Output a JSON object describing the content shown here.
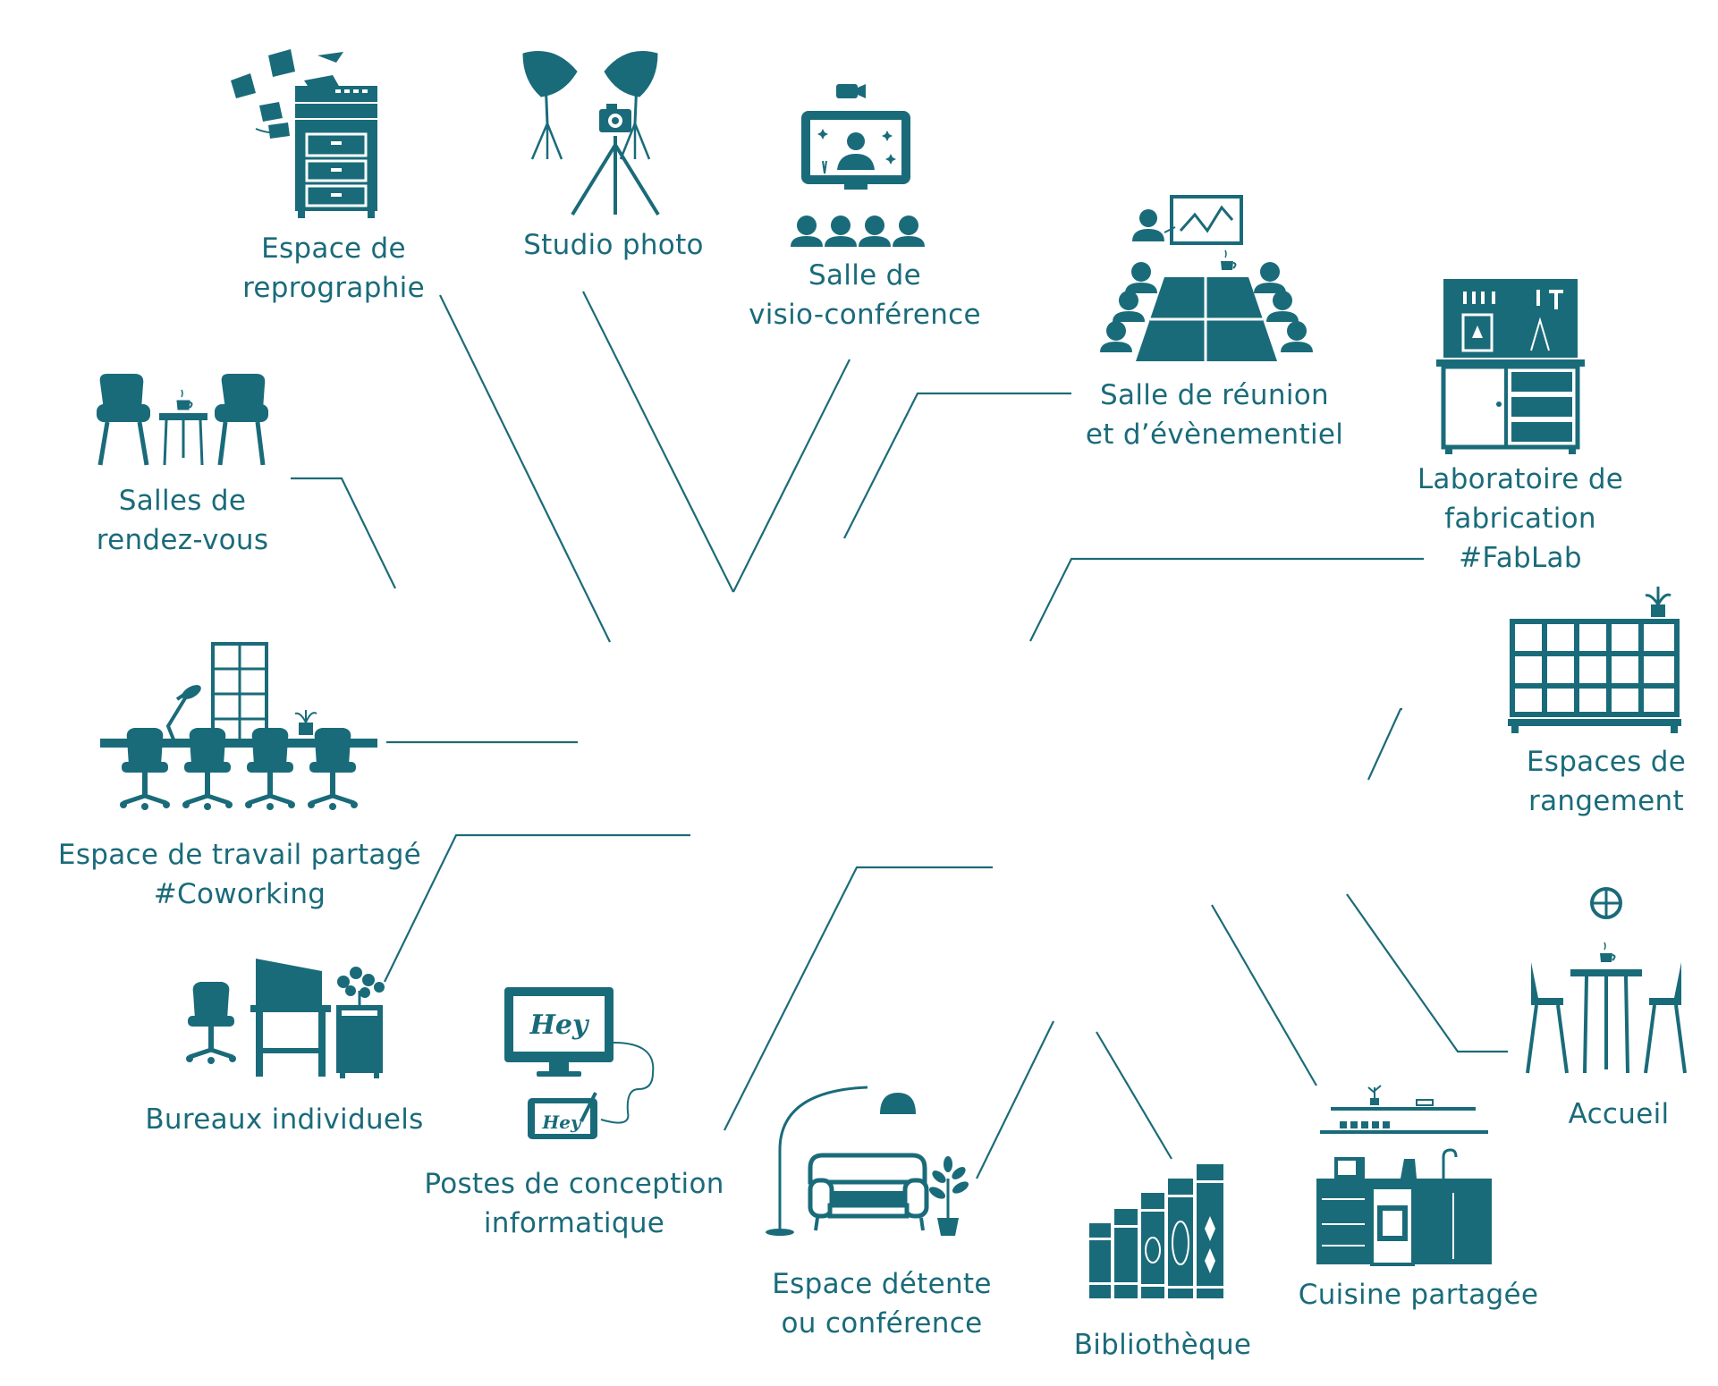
{
  "colors": {
    "teal": "#1a6b7a",
    "line": "#1d6b78",
    "background": "#ffffff"
  },
  "spaces": [
    {
      "id": "reprographie",
      "icon": "copier-icon",
      "lines": [
        "Espace de",
        "reprographie"
      ]
    },
    {
      "id": "studio",
      "icon": "photo-studio-icon",
      "lines": [
        "Studio photo"
      ]
    },
    {
      "id": "visio",
      "icon": "video-conference-icon",
      "lines": [
        "Salle de",
        "visio-conférence"
      ]
    },
    {
      "id": "reunion",
      "icon": "meeting-table-icon",
      "lines": [
        "Salle de réunion",
        "et d’évènementiel"
      ]
    },
    {
      "id": "fablab",
      "icon": "workbench-icon",
      "lines": [
        "Laboratoire de",
        "fabrication",
        "#FabLab"
      ]
    },
    {
      "id": "rdv",
      "icon": "armchairs-table-icon",
      "lines": [
        "Salles de",
        "rendez-vous"
      ]
    },
    {
      "id": "coworking",
      "icon": "coworking-desk-icon",
      "lines": [
        "Espace de travail partagé",
        "#Coworking"
      ]
    },
    {
      "id": "rangement",
      "icon": "lockers-icon",
      "lines": [
        "Espaces de",
        "rangement"
      ]
    },
    {
      "id": "bureaux",
      "icon": "individual-desk-icon",
      "lines": [
        "Bureaux individuels"
      ]
    },
    {
      "id": "conception",
      "icon": "computer-tablet-icon",
      "lines": [
        "Postes de conception",
        "informatique"
      ]
    },
    {
      "id": "detente",
      "icon": "sofa-lamp-icon",
      "lines": [
        "Espace détente",
        "ou conférence"
      ]
    },
    {
      "id": "bibliotheque",
      "icon": "books-icon",
      "lines": [
        "Bibliothèque"
      ]
    },
    {
      "id": "cuisine",
      "icon": "kitchen-icon",
      "lines": [
        "Cuisine partagée"
      ]
    },
    {
      "id": "accueil",
      "icon": "bar-table-stools-icon",
      "lines": [
        "Accueil"
      ]
    }
  ],
  "icon_text": {
    "hey": "Hey"
  }
}
